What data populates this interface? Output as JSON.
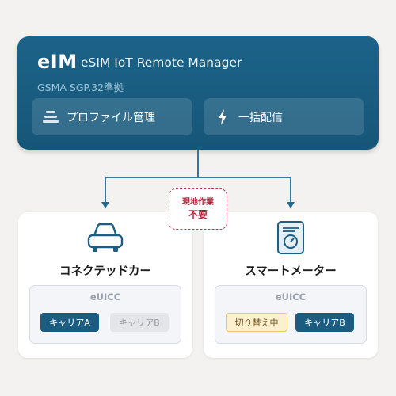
{
  "eim": {
    "logo": "eIM",
    "title": "eSIM IoT Remote Manager",
    "subtitle": "GSMA SGP.32準拠",
    "profile_button": "プロファイル管理",
    "bulk_button": "一括配信"
  },
  "badge": {
    "line1": "現地作業",
    "line2": "不要"
  },
  "devices": [
    {
      "name": "コネクテッドカー",
      "euicc_label": "eUICC",
      "chips": [
        {
          "label": "キャリアA",
          "state": "active"
        },
        {
          "label": "キャリアB",
          "state": "inactive"
        }
      ]
    },
    {
      "name": "スマートメーター",
      "euicc_label": "eUICC",
      "chips": [
        {
          "label": "切り替え中",
          "state": "switching"
        },
        {
          "label": "キャリアB",
          "state": "active"
        }
      ]
    }
  ],
  "colors": {
    "header_bg": "#1c6389",
    "accent": "#1c5c80",
    "badge_red": "#c0344d",
    "switching_bg": "#fdf0cf"
  },
  "icons": {
    "profile": "stack-layers-icon",
    "bulk": "lightning-bolt-icon",
    "car": "car-icon",
    "meter": "smart-meter-icon"
  }
}
